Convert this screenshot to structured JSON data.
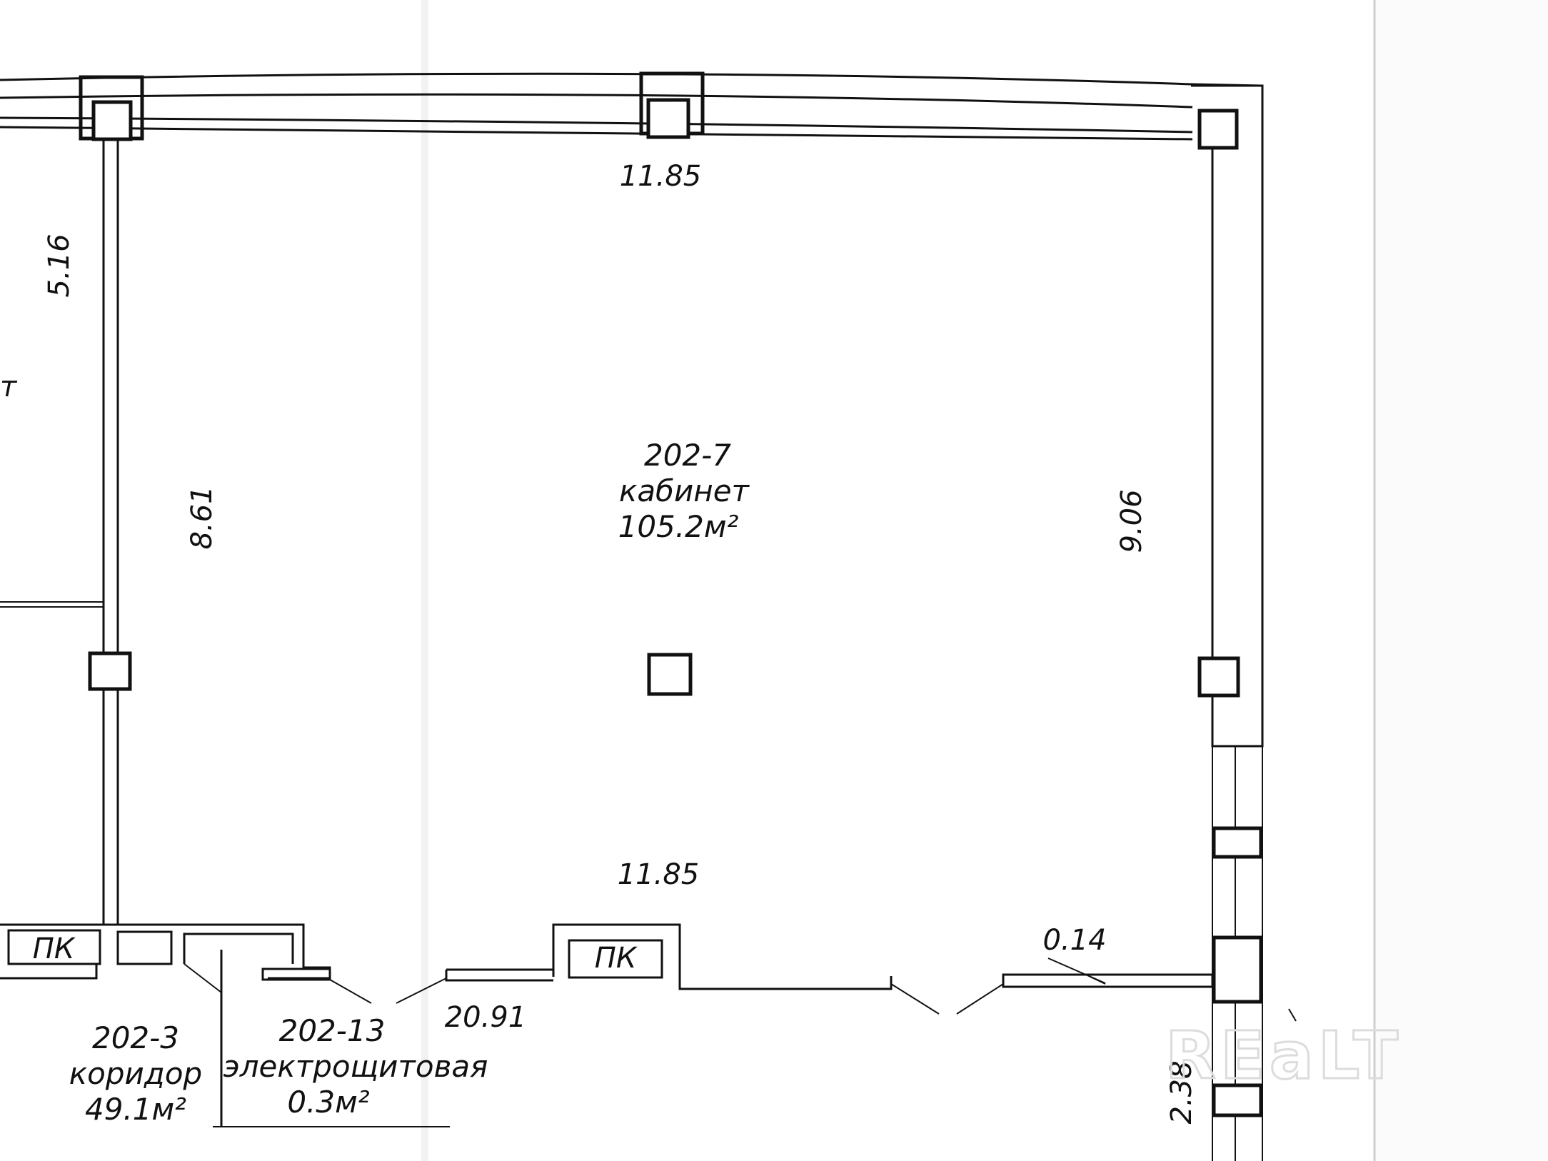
{
  "plan": {
    "room_main": {
      "number": "202-7",
      "name": "кабинет",
      "area": "105.2м²"
    },
    "room_corridor": {
      "number": "202-3",
      "name": "коридор",
      "area": "49.1м²"
    },
    "room_electrical": {
      "number": "202-13",
      "name": "электрощитовая",
      "area": "0.3м²"
    },
    "dimensions": {
      "top": "11.85",
      "bottom": "11.85",
      "right": "9.06",
      "left_inner": "8.61",
      "left_far": "5.16",
      "front": "20.91",
      "small": "0.14",
      "right_lower": "2.38"
    },
    "shaft_labels": {
      "left": "ПК",
      "center": "ПК"
    },
    "partial_label": "т",
    "watermark": "REaLT",
    "colors": {
      "ink": "#111111",
      "paper": "#ffffff"
    }
  }
}
